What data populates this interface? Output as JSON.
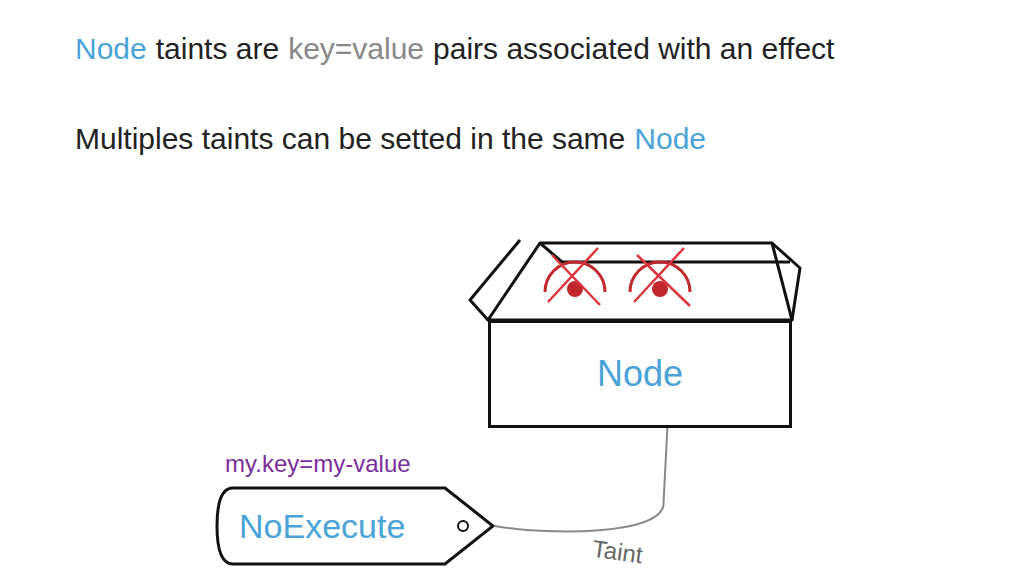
{
  "diagram": {
    "nodes": [
      {
        "text": [
          "Node"
        ]
      },
      {
        "text": [
          "my.key=my-value",
          "NoExecute"
        ]
      }
    ],
    "edges": [
      {
        "from": 1,
        "to": 0,
        "arrow": "none",
        "label": "Taint"
      }
    ],
    "labels": [
      "Node",
      "taints are",
      "key=value",
      "pairs associated with an effect",
      "Multiples taints can be setted in the same",
      "Node"
    ]
  }
}
